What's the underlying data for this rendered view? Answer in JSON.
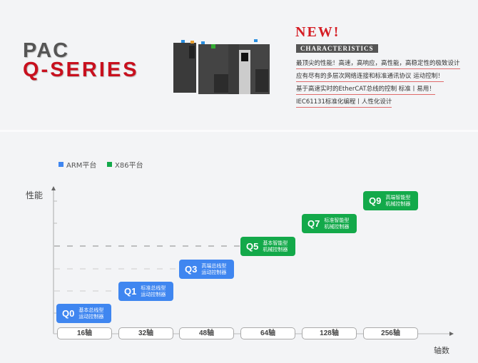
{
  "header": {
    "logo_line1": "PAC",
    "logo_line2": "Q-SERIES",
    "new": "NEW!",
    "characteristics": "CHARACTERISTICS",
    "features": [
      "最顶尖的性能！高速，高响应，高性能，高稳定性的极致设计",
      "应有尽有的多层次网络连接和标准通讯协议 运动控制！",
      "基于高速实时的EtherCAT总线的控制  标准丨易用！",
      "IEC61131标准化编程丨人性化设计"
    ]
  },
  "legend": [
    {
      "label": "ARM平台",
      "color": "#3f86f0"
    },
    {
      "label": "X86平台",
      "color": "#13a94a"
    }
  ],
  "axes": {
    "y_label": "性能",
    "x_label": "轴数"
  },
  "axis_values": [
    "16轴",
    "32轴",
    "48轴",
    "64轴",
    "128轴",
    "256轴"
  ],
  "products": [
    {
      "model": "Q0",
      "desc1": "基本总线型",
      "desc2": "运动控制器",
      "platform": "ARM"
    },
    {
      "model": "Q1",
      "desc1": "标准总线型",
      "desc2": "运动控制器",
      "platform": "ARM"
    },
    {
      "model": "Q3",
      "desc1": "高端总线型",
      "desc2": "运动控制器",
      "platform": "ARM"
    },
    {
      "model": "Q5",
      "desc1": "基本智能型",
      "desc2": "机械控制器",
      "platform": "X86"
    },
    {
      "model": "Q7",
      "desc1": "标准智能型",
      "desc2": "机械控制器",
      "platform": "X86"
    },
    {
      "model": "Q9",
      "desc1": "高端智能型",
      "desc2": "机械控制器",
      "platform": "X86"
    }
  ]
}
